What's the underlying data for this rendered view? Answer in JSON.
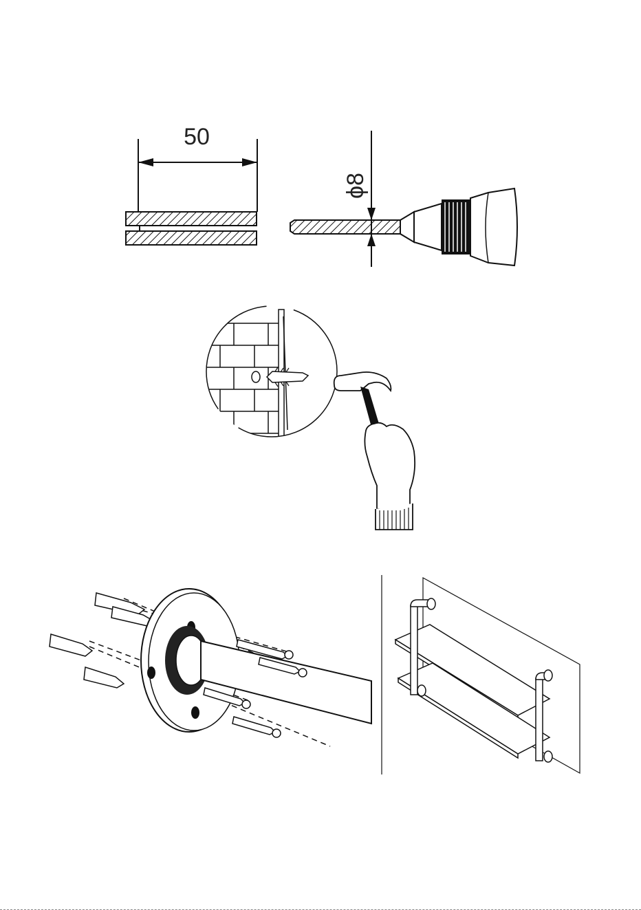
{
  "step1": {
    "depth_value": "50",
    "diameter_value": "8",
    "diameter_symbol": "ϕ"
  },
  "colors": {
    "line": "#111111",
    "page": "#ffffff"
  }
}
